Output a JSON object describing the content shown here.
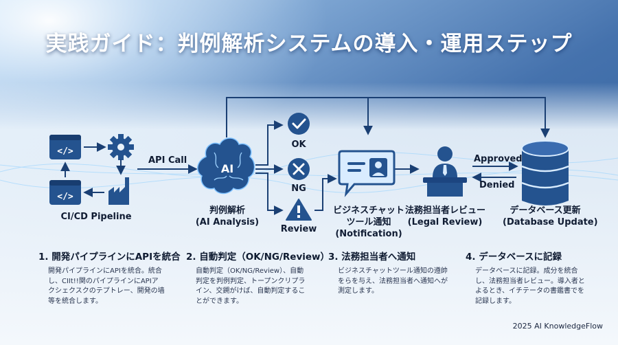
{
  "title": "実践ガイド：判例解析システムの導入・運用ステップ",
  "nodes": {
    "pipeline": {
      "label": "CI/CD Pipeline",
      "icon": "ci-cd-pipeline-icon"
    },
    "ai": {
      "badge": "AI",
      "label_ja": "判例解析",
      "label_en": "(AI Analysis)",
      "icon": "ai-brain-icon"
    },
    "ok": {
      "label": "OK",
      "icon": "check-circle-icon"
    },
    "ng": {
      "label": "NG",
      "icon": "x-circle-icon"
    },
    "review": {
      "label": "Review",
      "icon": "warning-triangle-icon"
    },
    "notification": {
      "label_ja1": "ビジネスチャット",
      "label_ja2": "ツール通知",
      "label_en": "(Notification)",
      "icon": "chat-notification-icon"
    },
    "legal": {
      "label_ja": "法務担当者レビュー",
      "label_en": "(Legal Review)",
      "icon": "legal-reviewer-icon"
    },
    "database": {
      "label_ja": "データベース更新",
      "label_en": "(Database Update)",
      "icon": "database-icon"
    }
  },
  "edges": {
    "api_call": "API Call",
    "approved": "Approved",
    "denied": "Denied"
  },
  "steps": [
    {
      "title": "1. 開発パイプラインにAPIを統合",
      "body": "開発パイプラインにAPIを統合。統合し、CIIt!!関のパイプラインにAPIアクシェクスクのテプトレー、開発の墙等を統合します。"
    },
    {
      "title": "2. 自動判定（OK/NG/Review）",
      "body": "自動判定（OK/NG/Review）、自動判定を判例判定、トープンクリプライン、交鎙がけば、自動判定することができます。"
    },
    {
      "title": "3. 法務担当者へ通知",
      "body": "ビジネスチャットツール通知の遵帥をらを与え、法務担当者へ通知へが測定します。"
    },
    {
      "title": "4. データベースに記録",
      "body": "データベースに記録。成分を統合し、法務担当者レビュー。導入者とよるとき、イチテータの書鑑書でを記録します。"
    }
  ],
  "footer": "2025 AI KnowledgeFlow",
  "colors": {
    "accent": "#1e4f8f",
    "icon_fill": "#24538f",
    "line": "#1a3f73",
    "title_text": "#ffffff"
  }
}
